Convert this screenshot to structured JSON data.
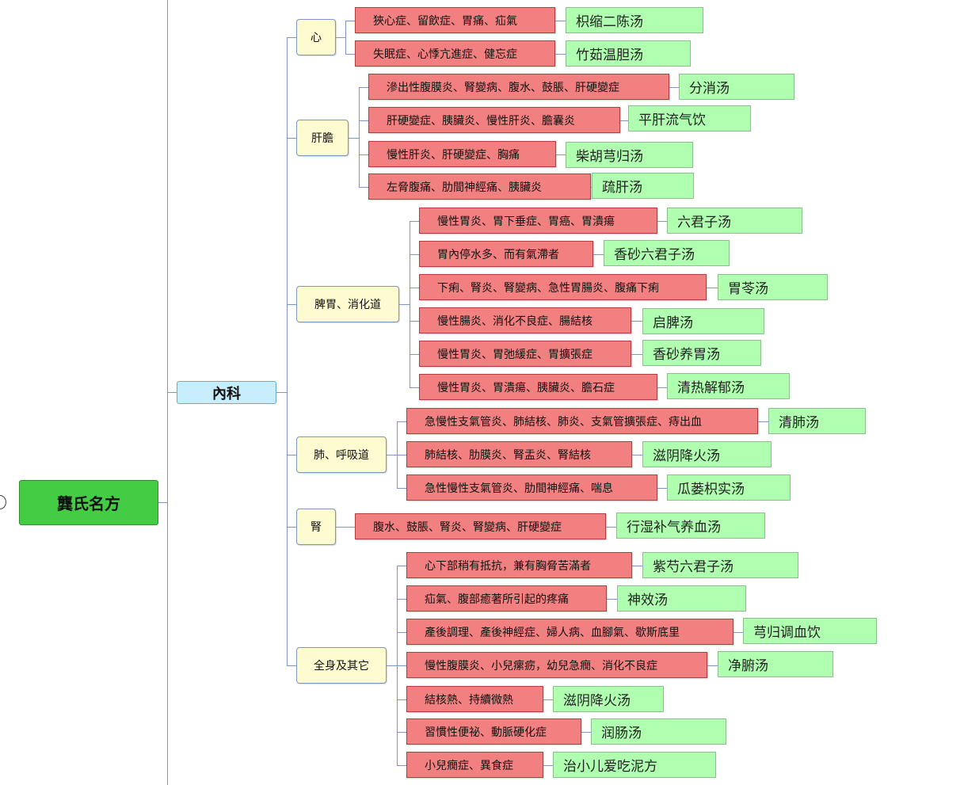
{
  "root": "龔氏名方",
  "branch": "內科",
  "categories": [
    {
      "name": "心",
      "items": [
        {
          "symptom": "狹心症、留飲症、胃痛、疝氣",
          "formula": "枳缩二陈汤"
        },
        {
          "symptom": "失眠症、心悸亢進症、健忘症",
          "formula": "竹茹温胆汤"
        }
      ]
    },
    {
      "name": "肝膽",
      "items": [
        {
          "symptom": "滲出性腹膜炎、腎變病、腹水、鼓脹、肝硬變症",
          "formula": "分消汤"
        },
        {
          "symptom": "肝硬變症、胰臟炎、慢性肝炎、膽囊炎",
          "formula": "平肝流气饮"
        },
        {
          "symptom": "慢性肝炎、肝硬變症、胸痛",
          "formula": "柴胡芎归汤"
        },
        {
          "symptom": "左脅腹痛、肋間神經痛、胰臟炎",
          "formula": "疏肝汤"
        }
      ]
    },
    {
      "name": "脾胃、消化道",
      "items": [
        {
          "symptom": "慢性胃炎、胃下垂症、胃癌、胃潰瘍",
          "formula": "六君子汤"
        },
        {
          "symptom": "胃內停水多、而有氣滯者",
          "formula": "香砂六君子汤"
        },
        {
          "symptom": "下痢、腎炎、腎變病、急性胃腸炎、腹痛下痢",
          "formula": "胃苓汤"
        },
        {
          "symptom": "慢性腸炎、消化不良症、腸結核",
          "formula": "启脾汤"
        },
        {
          "symptom": "慢性胃炎、胃弛緩症、胃擴張症",
          "formula": "香砂养胃汤"
        },
        {
          "symptom": "慢性胃炎、胃潰瘍、胰臟炎、膽石症",
          "formula": "清热解郁汤"
        }
      ]
    },
    {
      "name": "肺、呼吸道",
      "items": [
        {
          "symptom": "急慢性支氣管炎、肺結核、肺炎、支氣管擴張症、痔出血",
          "formula": "清肺汤"
        },
        {
          "symptom": "肺結核、肋膜炎、腎盂炎、腎結核",
          "formula": "滋阴降火汤"
        },
        {
          "symptom": "急性慢性支氣管炎、肋間神經痛、喘息",
          "formula": "瓜蒌枳实汤"
        }
      ]
    },
    {
      "name": "腎",
      "items": [
        {
          "symptom": "腹水、鼓脹、腎炎、腎變病、肝硬變症",
          "formula": "行湿补气养血汤"
        }
      ]
    },
    {
      "name": "全身及其它",
      "items": [
        {
          "symptom": "心下部稍有抵抗，兼有胸脅苦滿者",
          "formula": "紫芍六君子汤"
        },
        {
          "symptom": "疝氣、腹部癒著所引起的疼痛",
          "formula": "神效汤"
        },
        {
          "symptom": "產後調理、產後神經症、婦人病、血腳氣、歇斯底里",
          "formula": "芎归调血饮"
        },
        {
          "symptom": "慢性腹膜炎、小兒瘰疬，幼兒急癇、消化不良症",
          "formula": "净腑汤"
        },
        {
          "symptom": "結核熱、持續微熱",
          "formula": "滋阴降火汤"
        },
        {
          "symptom": "習慣性便祕、動脈硬化症",
          "formula": "润肠汤"
        },
        {
          "symptom": "小兒癇症、異食症",
          "formula": "治小儿爱吃泥方"
        }
      ]
    }
  ]
}
